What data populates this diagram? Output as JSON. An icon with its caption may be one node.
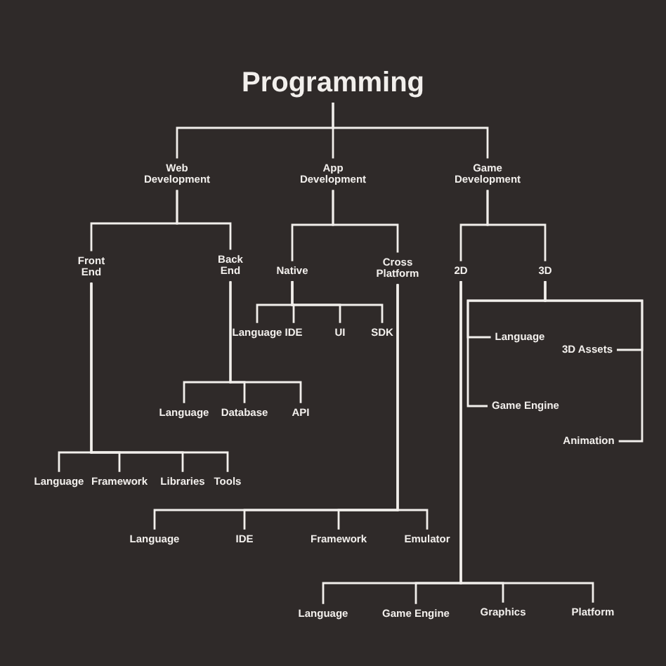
{
  "diagram": {
    "nodes": [
      {
        "text": [
          "Programming"
        ]
      },
      {
        "text": [
          "Web Development"
        ]
      },
      {
        "text": [
          "App Development"
        ]
      },
      {
        "text": [
          "Game Development"
        ]
      },
      {
        "text": [
          "Front End"
        ]
      },
      {
        "text": [
          "Back End"
        ]
      },
      {
        "text": [
          "Native"
        ]
      },
      {
        "text": [
          "Cross Platform"
        ]
      },
      {
        "text": [
          "2D"
        ]
      },
      {
        "text": [
          "3D"
        ]
      },
      {
        "text": [
          "Language"
        ]
      },
      {
        "text": [
          "IDE"
        ]
      },
      {
        "text": [
          "UI"
        ]
      },
      {
        "text": [
          "SDK"
        ]
      },
      {
        "text": [
          "Language"
        ]
      },
      {
        "text": [
          "3D Assets"
        ]
      },
      {
        "text": [
          "Language"
        ]
      },
      {
        "text": [
          "Database"
        ]
      },
      {
        "text": [
          "API"
        ]
      },
      {
        "text": [
          "Game Engine"
        ]
      },
      {
        "text": [
          "Animation"
        ]
      },
      {
        "text": [
          "Language"
        ]
      },
      {
        "text": [
          "Framework"
        ]
      },
      {
        "text": [
          "Libraries"
        ]
      },
      {
        "text": [
          "Tools"
        ]
      },
      {
        "text": [
          "Language"
        ]
      },
      {
        "text": [
          "IDE"
        ]
      },
      {
        "text": [
          "Framework"
        ]
      },
      {
        "text": [
          "Emulator"
        ]
      },
      {
        "text": [
          "Language"
        ]
      },
      {
        "text": [
          "Game Engine"
        ]
      },
      {
        "text": [
          "Graphics"
        ]
      },
      {
        "text": [
          "Platform"
        ]
      }
    ],
    "edges": [
      {
        "from": 0,
        "to": 1,
        "arrow": "none"
      },
      {
        "from": 0,
        "to": 2,
        "arrow": "none"
      },
      {
        "from": 0,
        "to": 3,
        "arrow": "none"
      },
      {
        "from": 1,
        "to": 4,
        "arrow": "none"
      },
      {
        "from": 1,
        "to": 5,
        "arrow": "none"
      },
      {
        "from": 2,
        "to": 6,
        "arrow": "none"
      },
      {
        "from": 2,
        "to": 7,
        "arrow": "none"
      },
      {
        "from": 3,
        "to": 8,
        "arrow": "none"
      },
      {
        "from": 3,
        "to": 9,
        "arrow": "none"
      },
      {
        "from": 6,
        "to": 10,
        "arrow": "none"
      },
      {
        "from": 6,
        "to": 11,
        "arrow": "none"
      },
      {
        "from": 6,
        "to": 12,
        "arrow": "none"
      },
      {
        "from": 6,
        "to": 13,
        "arrow": "none"
      },
      {
        "from": 9,
        "to": 14,
        "arrow": "none"
      },
      {
        "from": 9,
        "to": 15,
        "arrow": "none"
      },
      {
        "from": 5,
        "to": 16,
        "arrow": "none"
      },
      {
        "from": 5,
        "to": 17,
        "arrow": "none"
      },
      {
        "from": 5,
        "to": 18,
        "arrow": "none"
      },
      {
        "from": 9,
        "to": 19,
        "arrow": "none"
      },
      {
        "from": 9,
        "to": 20,
        "arrow": "none"
      },
      {
        "from": 4,
        "to": 21,
        "arrow": "none"
      },
      {
        "from": 4,
        "to": 22,
        "arrow": "none"
      },
      {
        "from": 4,
        "to": 23,
        "arrow": "none"
      },
      {
        "from": 4,
        "to": 24,
        "arrow": "none"
      },
      {
        "from": 7,
        "to": 25,
        "arrow": "none"
      },
      {
        "from": 7,
        "to": 26,
        "arrow": "none"
      },
      {
        "from": 7,
        "to": 27,
        "arrow": "none"
      },
      {
        "from": 7,
        "to": 28,
        "arrow": "none"
      },
      {
        "from": 8,
        "to": 29,
        "arrow": "none"
      },
      {
        "from": 8,
        "to": 30,
        "arrow": "none"
      },
      {
        "from": 8,
        "to": 31,
        "arrow": "none"
      },
      {
        "from": 8,
        "to": 32,
        "arrow": "none"
      }
    ]
  }
}
